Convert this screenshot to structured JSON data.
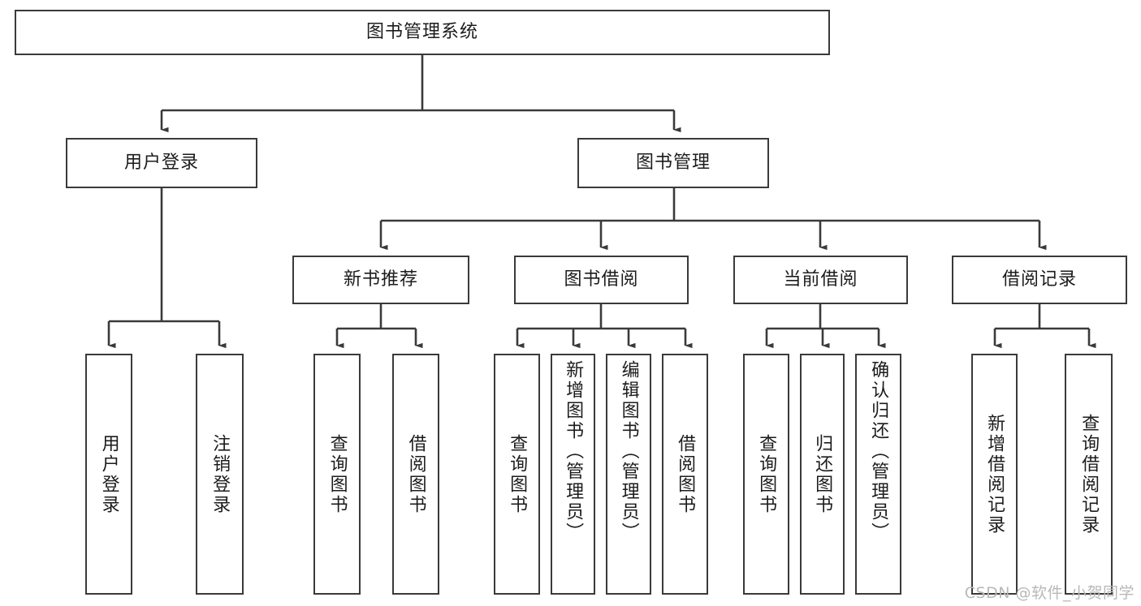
{
  "diagram": {
    "title": "图书管理系统",
    "type": "tree",
    "watermark": "CSDN @软件_小贺同学",
    "colors": {
      "stroke": "#3a3a3a",
      "fill": "#ffffff",
      "text": "#1c1c1c",
      "watermark": "#b8b8b8"
    },
    "root": {
      "label": "图书管理系统"
    },
    "level2": [
      {
        "label": "用户登录"
      },
      {
        "label": "图书管理"
      }
    ],
    "level3": [
      {
        "label": "新书推荐"
      },
      {
        "label": "图书借阅"
      },
      {
        "label": "当前借阅"
      },
      {
        "label": "借阅记录"
      }
    ],
    "leaves": {
      "user_login": [
        {
          "label": "用户登录"
        },
        {
          "label": "注销登录"
        }
      ],
      "new_book_recommend": [
        {
          "label": "查询图书"
        },
        {
          "label": "借阅图书"
        }
      ],
      "book_borrow": [
        {
          "label": "查询图书"
        },
        {
          "label": "新增图书（管理员）"
        },
        {
          "label": "编辑图书（管理员）"
        },
        {
          "label": "借阅图书"
        }
      ],
      "current_borrow": [
        {
          "label": "查询图书"
        },
        {
          "label": "归还图书"
        },
        {
          "label": "确认归还（管理员）"
        }
      ],
      "borrow_record": [
        {
          "label": "新增借阅记录"
        },
        {
          "label": "查询借阅记录"
        }
      ]
    }
  }
}
